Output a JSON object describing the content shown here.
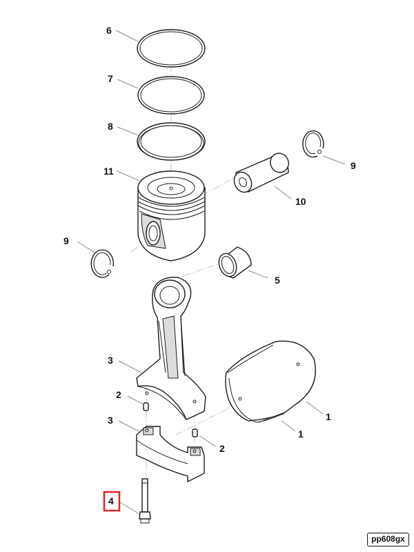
{
  "callouts": {
    "c6": "6",
    "c7": "7",
    "c8": "8",
    "c11": "11",
    "c9_right": "9",
    "c10": "10",
    "c9_left": "9",
    "c5": "5",
    "c3_upper": "3",
    "c2_upper": "2",
    "c1_right": "1",
    "c3_lower": "3",
    "c1_lower": "1",
    "c2_lower": "2",
    "c4": "4"
  },
  "highlighted_callout": "4",
  "highlight_color": "#e02020",
  "figure_code": "pp608gx"
}
